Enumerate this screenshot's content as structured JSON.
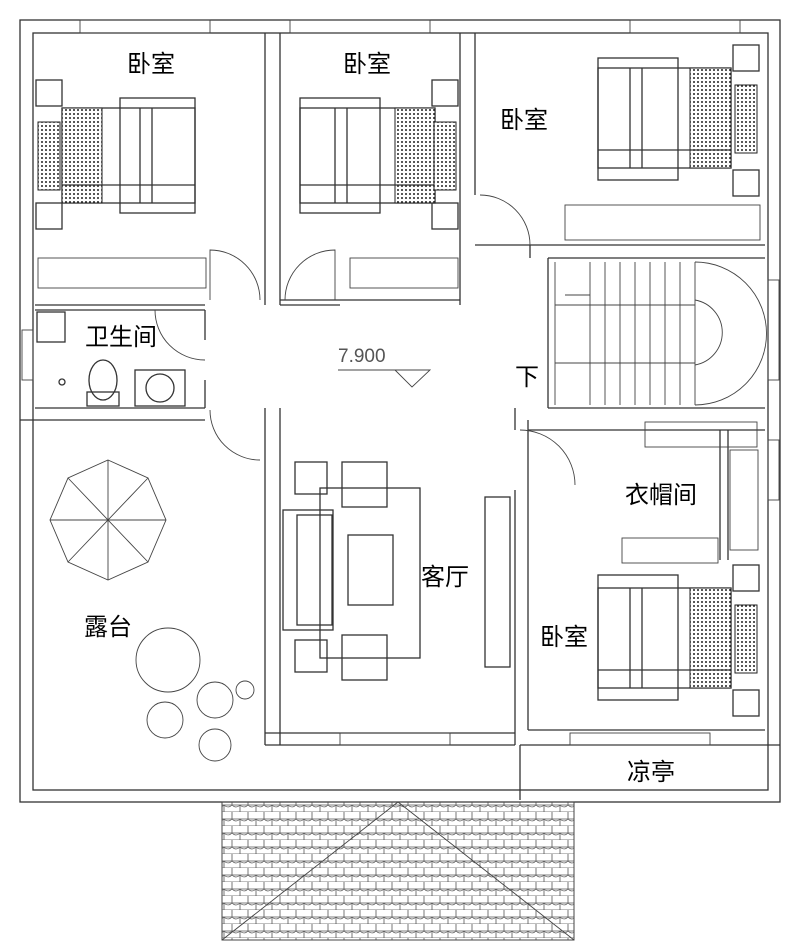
{
  "rooms": {
    "bedroom_1": "卧室",
    "bedroom_2": "卧室",
    "bedroom_3": "卧室",
    "bedroom_4": "卧室",
    "bathroom": "卫生间",
    "living_room": "客厅",
    "terrace": "露台",
    "walk_in_closet": "衣帽间",
    "pavilion": "凉亭"
  },
  "stairs_label": "下",
  "elevation": "7.900",
  "colors": {
    "line": "#333333",
    "background": "#ffffff"
  }
}
